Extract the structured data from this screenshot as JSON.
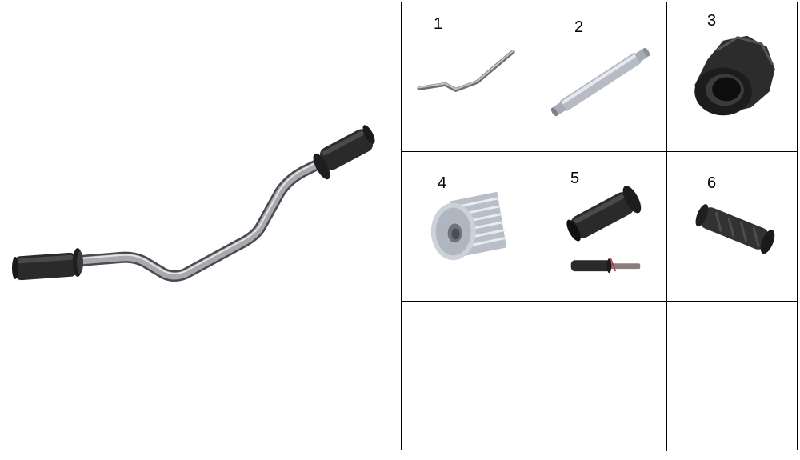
{
  "assembly": {
    "name": "handlebar-assembly"
  },
  "parts": [
    {
      "number": "1",
      "icon": "bent-handlebar"
    },
    {
      "number": "2",
      "icon": "pin-shaft"
    },
    {
      "number": "3",
      "icon": "knurled-nut"
    },
    {
      "number": "4",
      "icon": "threaded-plug"
    },
    {
      "number": "5",
      "icon": "grip-with-inset"
    },
    {
      "number": "6",
      "icon": "grip"
    },
    {
      "number": "",
      "icon": ""
    },
    {
      "number": "",
      "icon": ""
    },
    {
      "number": "",
      "icon": ""
    }
  ],
  "colors": {
    "steel": "#9a9a9e",
    "rubber": "#2b2b2b",
    "zinc": "#c9ced6",
    "border": "#000000"
  }
}
